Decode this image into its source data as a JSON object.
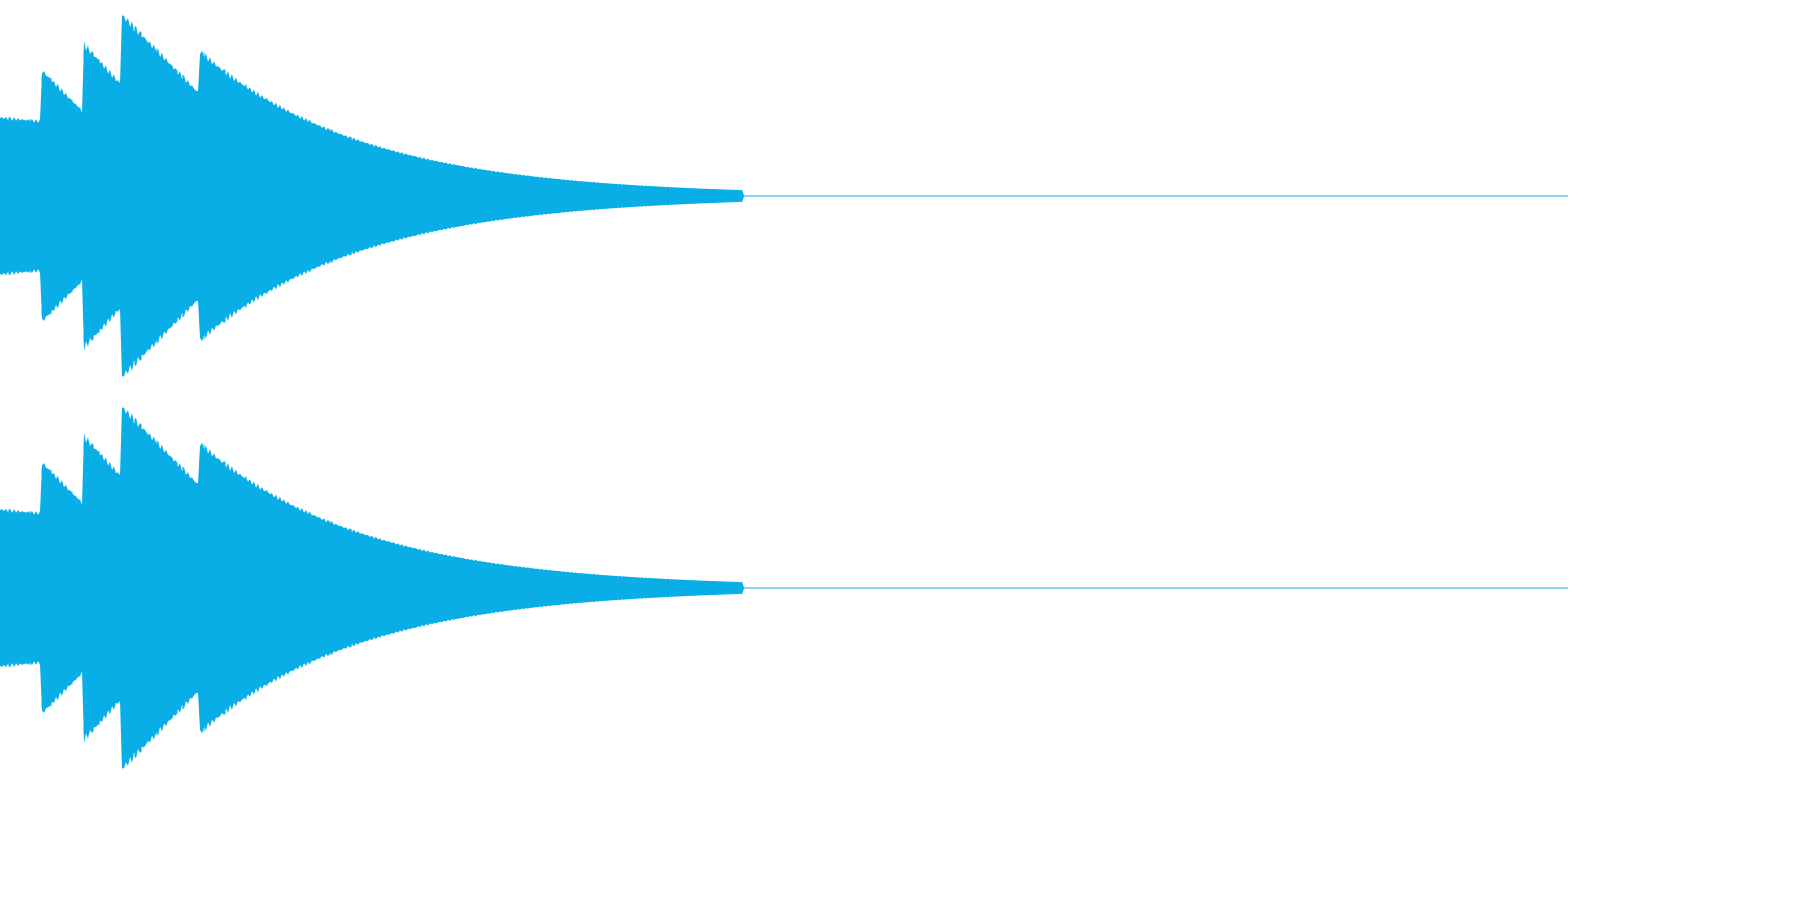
{
  "waveform": {
    "color": "#08aee5",
    "channel_count": 2,
    "channels": [
      {
        "id": "channel-1"
      },
      {
        "id": "channel-2"
      }
    ],
    "envelope": {
      "description_points_fraction_of_duration": [
        0.0,
        0.026,
        0.054,
        0.078,
        0.098,
        0.128,
        0.21,
        0.3,
        0.4,
        0.474,
        1.0
      ],
      "amplitude_fraction": [
        0.42,
        0.68,
        0.82,
        0.98,
        0.76,
        0.78,
        0.34,
        0.12,
        0.03,
        0.0,
        0.0
      ],
      "peak_notes": [
        {
          "onset": 0.026,
          "peak": 0.68,
          "end_level": 0.45
        },
        {
          "onset": 0.053,
          "peak": 0.82,
          "end_level": 0.6
        },
        {
          "onset": 0.077,
          "peak": 0.98,
          "end_level": 0.55
        },
        {
          "onset": 0.127,
          "peak": 0.78,
          "end_level": 0.0
        }
      ]
    }
  }
}
